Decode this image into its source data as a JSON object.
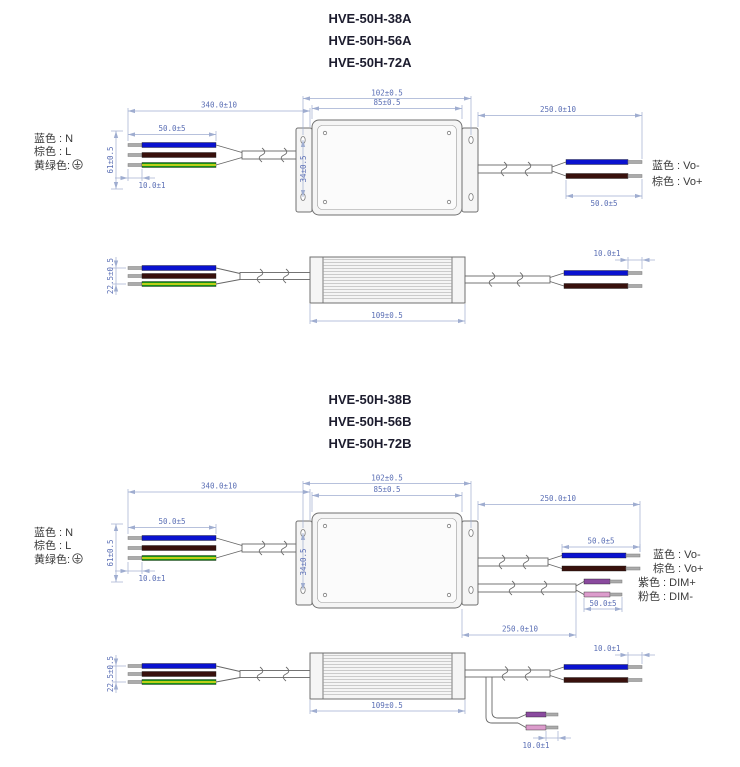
{
  "page": {
    "background": "#ffffff"
  },
  "colors": {
    "wire_blue": "#0a12cf",
    "wire_brown": "#38100c",
    "wire_green": "#169116",
    "wire_yellow": "#e6de1a",
    "wire_purple": "#8a4a9e",
    "wire_pink": "#dc9ccc",
    "wire_tin": "#ababab",
    "dim_line": "#9fadd0",
    "dim_text": "#5b6fb5",
    "outline": "#666666"
  },
  "sections": [
    {
      "id": "A",
      "titles": [
        "HVE-50H-38A",
        "HVE-50H-56A",
        "HVE-50H-72A"
      ],
      "input_labels": [
        {
          "text": "蓝色 : N"
        },
        {
          "text": "棕色 : L"
        },
        {
          "text": "黄绿色:",
          "icon": "earth-ground"
        }
      ],
      "output_labels": [
        {
          "text": "蓝色 : Vo-"
        },
        {
          "text": "棕色 : Vo+"
        }
      ],
      "dims": {
        "input_total": "340.0±10",
        "input_strip": "50.0±5",
        "input_tin": "10.0±1",
        "input_spread": "61±0.5",
        "mount_width": "102±0.5",
        "body_width": "85±0.5",
        "mount_height": "34±0.5",
        "output_total": "250.0±10",
        "output_strip": "50.0±5",
        "side_length": "109±0.5",
        "side_height": "22.5±0.5",
        "output_tin": "10.0±1"
      }
    },
    {
      "id": "B",
      "titles": [
        "HVE-50H-38B",
        "HVE-50H-56B",
        "HVE-50H-72B"
      ],
      "input_labels": [
        {
          "text": "蓝色 : N"
        },
        {
          "text": "棕色 : L"
        },
        {
          "text": "黄绿色:",
          "icon": "earth-ground"
        }
      ],
      "output_labels": [
        {
          "text": "蓝色 : Vo-"
        },
        {
          "text": "棕色 : Vo+"
        },
        {
          "text": "紫色 : DIM+"
        },
        {
          "text": "粉色 : DIM-"
        }
      ],
      "dims": {
        "input_total": "340.0±10",
        "input_strip": "50.0±5",
        "input_tin": "10.0±1",
        "input_spread": "61±0.5",
        "mount_width": "102±0.5",
        "body_width": "85±0.5",
        "mount_height": "34±0.5",
        "output_total": "250.0±10",
        "output_strip": "50.0±5",
        "dim_strip": "50.0±5",
        "dim_total": "250.0±10",
        "dim_tin": "10.0±1",
        "side_length": "109±0.5",
        "side_height": "22.5±0.5",
        "output_tin": "10.0±1"
      }
    }
  ]
}
